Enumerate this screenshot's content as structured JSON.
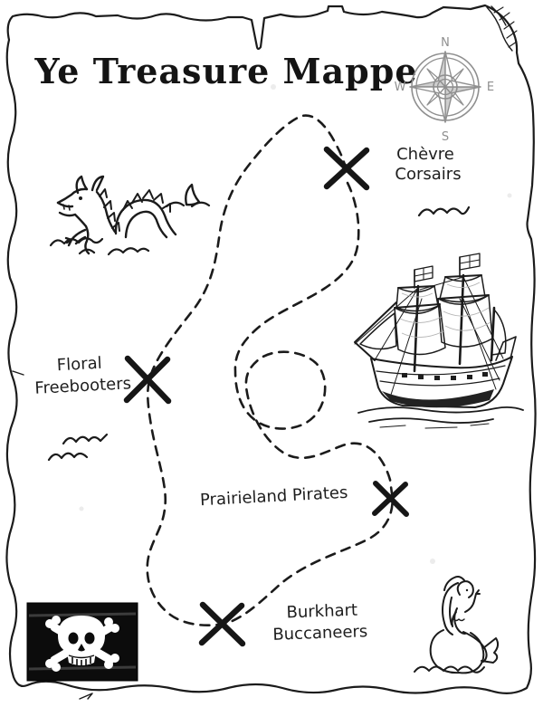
{
  "map": {
    "title": "Ye Treasure Mappe",
    "compass": {
      "north": "N",
      "east": "E",
      "south": "S",
      "west": "W"
    },
    "locations": [
      {
        "name": "Chèvre Corsairs",
        "line1": "Chèvre",
        "line2": "Corsairs"
      },
      {
        "name": "Floral Freebooters",
        "line1": "Floral",
        "line2": "Freebooters"
      },
      {
        "name": "Prairieland Pirates",
        "line1": "Prairieland Pirates"
      },
      {
        "name": "Burkhart Buccaneers",
        "line1": "Burkhart",
        "line2": "Buccaneers"
      }
    ],
    "icons": [
      "compass-rose-icon",
      "sea-serpent-icon",
      "pirate-ship-icon",
      "mermaid-icon",
      "jolly-roger-flag-icon",
      "x-mark-icon",
      "waves-icon",
      "torn-paper-border"
    ],
    "colors": {
      "ink": "#1b1b1b",
      "paper": "#ffffff",
      "compass_gray": "#8f8f8f",
      "flag_black": "#0c0c0c",
      "bone_white": "#ffffff"
    }
  }
}
